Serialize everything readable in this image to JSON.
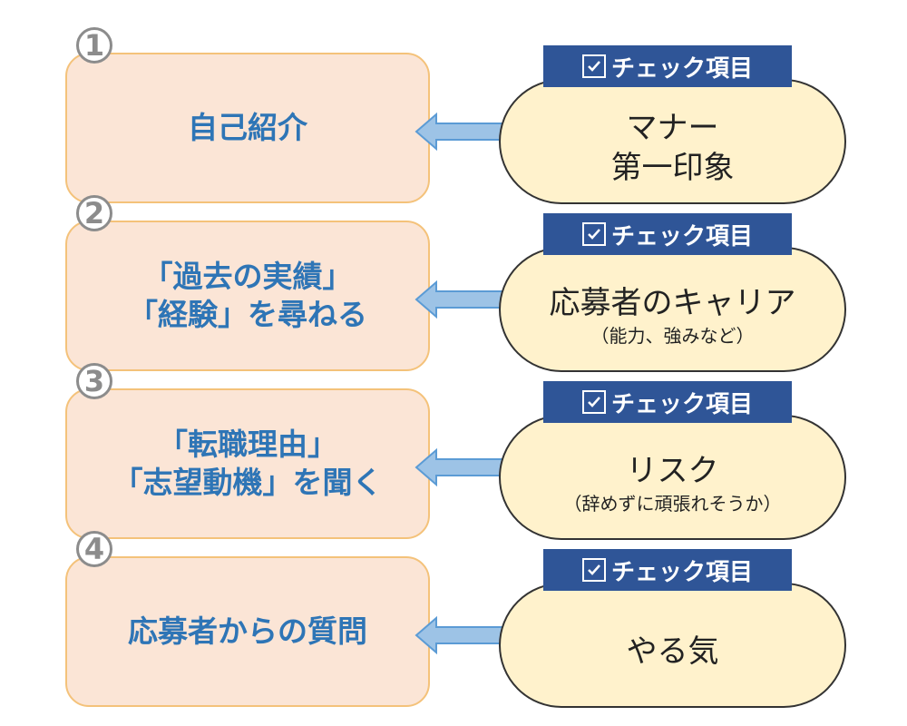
{
  "steps": [
    {
      "number": "1",
      "title_lines": [
        "自己紹介"
      ],
      "check_label": "チェック項目",
      "check_main_lines": [
        "マナー",
        "第一印象"
      ],
      "check_sub": ""
    },
    {
      "number": "2",
      "title_lines": [
        "「過去の実績」",
        "「経験」を尋ねる"
      ],
      "check_label": "チェック項目",
      "check_main_lines": [
        "応募者のキャリア"
      ],
      "check_sub": "（能力、強みなど）"
    },
    {
      "number": "3",
      "title_lines": [
        "「転職理由」",
        "「志望動機」を聞く"
      ],
      "check_label": "チェック項目",
      "check_main_lines": [
        "リスク"
      ],
      "check_sub": "（辞めずに頑張れそうか）"
    },
    {
      "number": "4",
      "title_lines": [
        "応募者からの質問"
      ],
      "check_label": "チェック項目",
      "check_main_lines": [
        "やる気"
      ],
      "check_sub": ""
    }
  ],
  "colors": {
    "left_fill": "#fbe5d6",
    "left_border": "#f4c27a",
    "title_text": "#2e75b6",
    "label_fill": "#2f5597",
    "pill_fill": "#fff2cc",
    "arrow_fill": "#9dc3e6",
    "arrow_stroke": "#5b9bd5"
  },
  "icons": {
    "check": "checkbox-icon",
    "arrow": "left-arrow-icon"
  }
}
